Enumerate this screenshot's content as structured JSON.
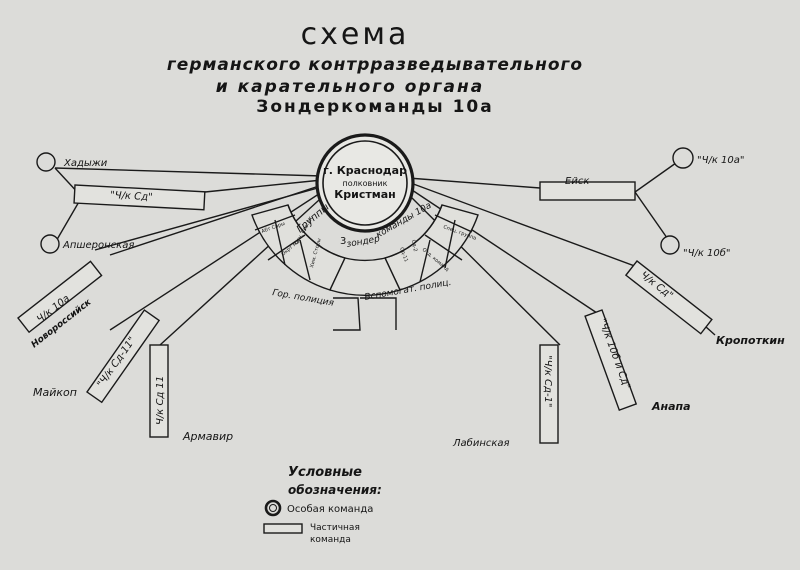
{
  "title": {
    "line1": "схема",
    "line2": "германского контрразведывательного",
    "line3": "и карательного органа",
    "line4": "Зондеркоманды 10а"
  },
  "center": {
    "city": "г. Краснодар",
    "rank": "полковник",
    "name": "Кристман"
  },
  "groups": {
    "groups_label": "Группы",
    "number": "3",
    "ander_label": "зондер",
    "kommand_label": "команды 10а",
    "left_small": [
      "Абт Сары",
      "Окрт Ма",
      "Осн. Сов. Ж.",
      "Хим. Сторы"
    ],
    "right_small": [
      "Спец. группа",
      "Отд. команд",
      "Сд-11",
      "Сд-2"
    ]
  },
  "bottom_boxes": {
    "left": "Гор. полиция",
    "right": "Вспомогат. полиц."
  },
  "outposts": {
    "khadyzhi": "Хадыжи",
    "apsheronskaya": "Апшеронская",
    "novorossiysk": "Новороссийск",
    "maykop": "Майкоп",
    "armavir": "Армавир",
    "labinskaya": "Лабинская",
    "anapa": "Анапа",
    "kropotkin": "Кропоткин",
    "yeysk": "Ейск"
  },
  "boxes": {
    "uk_sd_left": "\"Ч/к Сд\"",
    "uk_10a_left": "Ч/к 10а",
    "uk_sd11_maykop": "\"Ч/к Сд-11\"",
    "uk_sd11_armavir": "Ч/к Сд 11",
    "uk_sd1": "\"Ч/к Сд-1\"",
    "uk_10b_sd": "\"Ч/к 10б и Сд\"",
    "uk_sd_right": "Ч/к Сд\"",
    "yeysk_box": "Ейск"
  },
  "circles_right": {
    "top": "\"Ч/к 10а\"",
    "bottom": "\"Ч/к 10б\""
  },
  "legend": {
    "heading_line1": "Условные",
    "heading_line2": "обозначения:",
    "special": "Особая команда",
    "partial_line1": "Частичная",
    "partial_line2": "команда"
  }
}
